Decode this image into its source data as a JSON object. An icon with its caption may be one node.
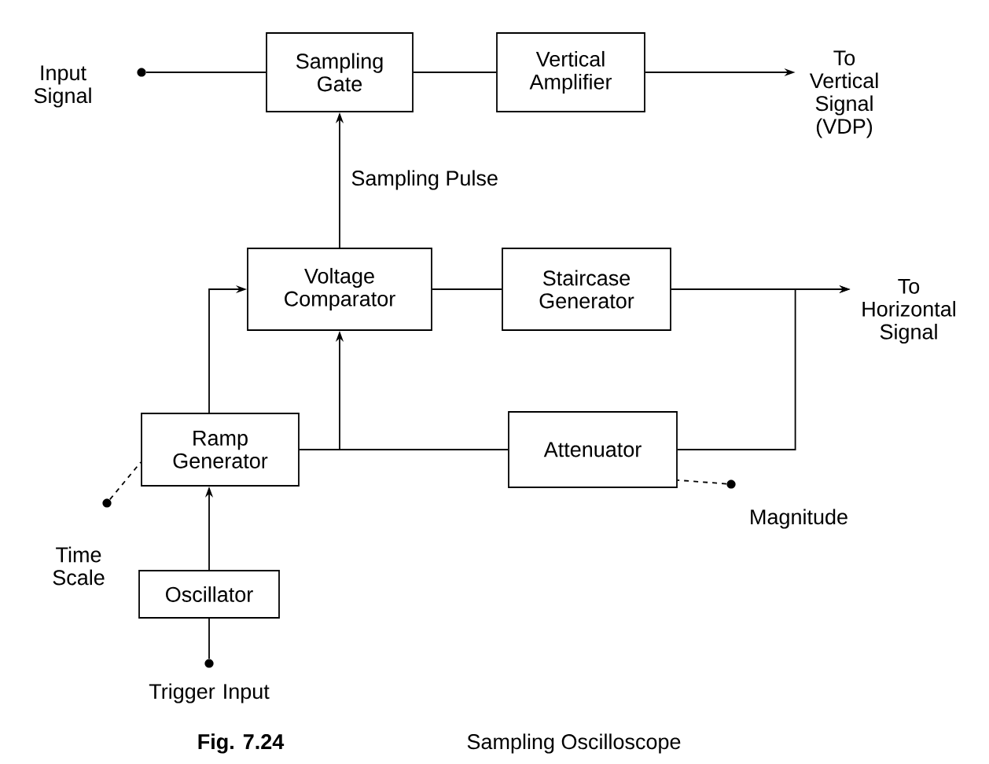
{
  "diagram": {
    "caption": "Sampling Oscilloscope",
    "nodes": [
      {
        "text": [],
        "shape": "circle",
        "beside": [
          "Input Signal"
        ]
      },
      {
        "text": [
          "Sampling Gate"
        ]
      },
      {
        "text": [
          "Vertical Amplifier"
        ]
      },
      {
        "text": [
          "To Vertical Signal (VDP)"
        ]
      },
      {
        "text": [
          "Voltage Comparator"
        ]
      },
      {
        "text": [
          "Staircase Generator"
        ]
      },
      {
        "text": [
          "To Horizontal Signal"
        ]
      },
      {
        "text": [
          "Ramp Generator"
        ]
      },
      {
        "text": [
          "Attenuator"
        ]
      },
      {
        "text": [],
        "shape": "circle",
        "beside": [
          "Time Scale"
        ]
      },
      {
        "text": [],
        "shape": "circle",
        "beside": [
          "Magnitude"
        ]
      },
      {
        "text": [
          "Oscillator"
        ]
      },
      {
        "text": [],
        "shape": "circle",
        "beside": [
          "Trigger Input"
        ]
      }
    ],
    "edges": [
      {
        "from": 0,
        "to": 1,
        "arrow": "none"
      },
      {
        "from": 1,
        "to": 2,
        "arrow": "none"
      },
      {
        "from": 2,
        "to": 3,
        "arrow": "to"
      },
      {
        "from": 4,
        "to": 1,
        "arrow": "to",
        "label": "Sampling Pulse"
      },
      {
        "from": 4,
        "to": 5,
        "arrow": "none"
      },
      {
        "from": 5,
        "to": 6,
        "arrow": "to"
      },
      {
        "from": 7,
        "to": 4,
        "arrow": "to"
      },
      {
        "from": 7,
        "to": 4,
        "arrow": "to"
      },
      {
        "from": 7,
        "to": 8,
        "arrow": "none"
      },
      {
        "from": 8,
        "to": 6,
        "arrow": "to"
      },
      {
        "from": 9,
        "to": 7,
        "arrow": "none",
        "style": "dashed"
      },
      {
        "from": 10,
        "to": 8,
        "arrow": "none",
        "style": "dashed"
      },
      {
        "from": 11,
        "to": 7,
        "arrow": "to"
      },
      {
        "from": 12,
        "to": 11,
        "arrow": "none"
      }
    ],
    "labels": [
      "Fig. 7.24"
    ]
  }
}
